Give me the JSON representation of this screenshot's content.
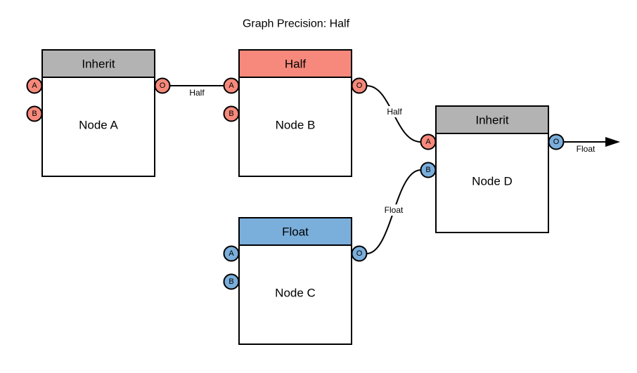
{
  "title": "Graph Precision: Half",
  "colors": {
    "inherit_gray": "#B3B3B3",
    "half_red": "#F6897B",
    "float_blue": "#7AAEDB",
    "line_black": "#000000",
    "node_white": "#FFFFFF"
  },
  "nodes": [
    {
      "label": "Node A",
      "precision": "Inherit",
      "header_color": "#B3B3B3",
      "ports": {
        "a": {
          "label": "A",
          "color": "#F6897B"
        },
        "b": {
          "label": "B",
          "color": "#F6897B"
        },
        "o": {
          "label": "O",
          "color": "#F6897B"
        }
      }
    },
    {
      "label": "Node B",
      "precision": "Half",
      "header_color": "#F6897B",
      "ports": {
        "a": {
          "label": "A",
          "color": "#F6897B"
        },
        "b": {
          "label": "B",
          "color": "#F6897B"
        },
        "o": {
          "label": "O",
          "color": "#F6897B"
        }
      }
    },
    {
      "label": "Node C",
      "precision": "Float",
      "header_color": "#7AAEDB",
      "ports": {
        "a": {
          "label": "A",
          "color": "#7AAEDB"
        },
        "b": {
          "label": "B",
          "color": "#7AAEDB"
        },
        "o": {
          "label": "O",
          "color": "#7AAEDB"
        }
      }
    },
    {
      "label": "Node D",
      "precision": "Inherit",
      "header_color": "#B3B3B3",
      "ports": {
        "a": {
          "label": "A",
          "color": "#F6897B"
        },
        "b": {
          "label": "B",
          "color": "#7AAEDB"
        },
        "o": {
          "label": "O",
          "color": "#7AAEDB"
        }
      }
    }
  ],
  "edges": [
    {
      "from": "Node A:O",
      "to": "Node B:A",
      "label": "Half"
    },
    {
      "from": "Node B:O",
      "to": "Node D:A",
      "label": "Half"
    },
    {
      "from": "Node C:O",
      "to": "Node D:B",
      "label": "Float"
    },
    {
      "from": "Node D:O",
      "to": "graph-output",
      "label": "Float"
    }
  ]
}
